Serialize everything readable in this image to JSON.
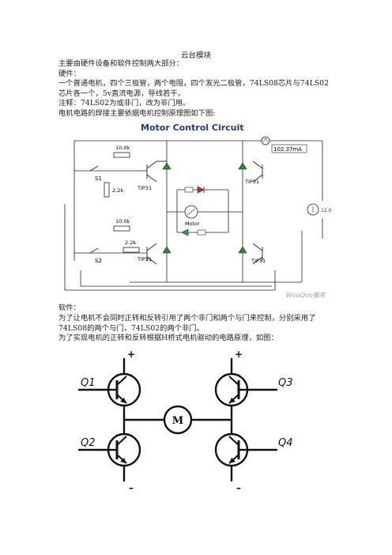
{
  "doc": {
    "title": "云台模块",
    "intro": "主要由硬件设备和软件控制两大部分：",
    "hardware_heading": "硬件：",
    "hardware_text": "一个普通电机，四个三极管，两个电阻，四个发光二极管，74LS08芯片与74LS02芯片各一个，5v直流电源，导线若干。",
    "note": "注释：74LS02为或非门，改为非门用。",
    "circuit_intro": "电机电路的焊接主要依据电机控制原理图如下图:",
    "software_heading": "软件：",
    "software_text": "为了让电机不会同时正转和反转引用了两个非门和两个与门来控制，分别采用了74LS08的两个与门，74LS02的两个非门。",
    "hbridge_intro": "为了实现电机的正转和反转根据H桥式电机驱动的电路原理，如图："
  },
  "circuit": {
    "title": "Motor Control Circuit",
    "r1": "10.0k",
    "r2": "2.2k",
    "r3": "10.0k",
    "r4": "2.2k",
    "s1": "S1",
    "s2": "S2",
    "tip_ul": "TIP31",
    "tip_ur": "TIP31",
    "tip_ll": "TIP31",
    "tip_lr": "TIP31",
    "motor": "Motor",
    "meter": "102.37mA",
    "source": "12.0",
    "watermark": "WooQoo推库"
  },
  "hbridge": {
    "q1": "Q1",
    "q2": "Q2",
    "q3": "Q3",
    "q4": "Q4",
    "motor": "M",
    "plus_left": "+",
    "plus_right": "+",
    "minus_left": "–",
    "minus_right": "–"
  }
}
